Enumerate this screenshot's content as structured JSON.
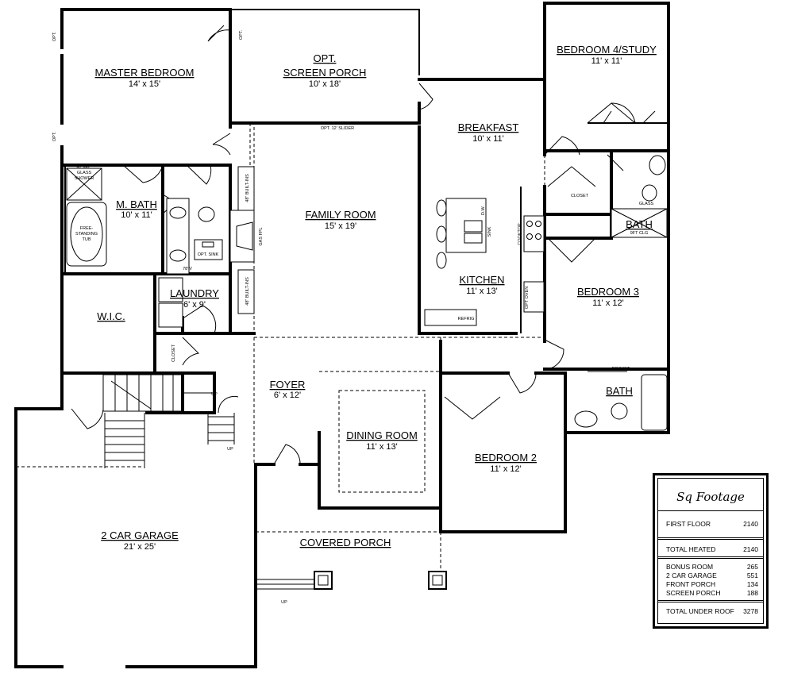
{
  "rooms": {
    "master": {
      "name": "MASTER BEDROOM",
      "size": "14' x 15'"
    },
    "screen_porch": {
      "name_l1": "OPT.",
      "name_l2": "SCREEN PORCH",
      "size": "10' x 18'"
    },
    "bedroom4": {
      "name": "BEDROOM 4/STUDY",
      "size": "11' x 11'"
    },
    "breakfast": {
      "name": "BREAKFAST",
      "size": "10' x 11'"
    },
    "mbath": {
      "name": "M. BATH",
      "size": "10' x 11'"
    },
    "family": {
      "name": "FAMILY ROOM",
      "size": "15' x 19'"
    },
    "kitchen": {
      "name": "KITCHEN",
      "size": "11' x 13'"
    },
    "bedroom3": {
      "name": "BEDROOM 3",
      "size": "11' x 12'"
    },
    "bath2": {
      "name": "BATH",
      "note": "9FT CLG"
    },
    "laundry": {
      "name": "LAUNDRY",
      "size": "6' x 9'"
    },
    "wic": {
      "name": "W.I.C."
    },
    "foyer": {
      "name": "FOYER",
      "size": "6' x 12'"
    },
    "dining": {
      "name": "DINING ROOM",
      "size": "11' x 13'"
    },
    "bedroom2": {
      "name": "BEDROOM 2",
      "size": "11' x 12'"
    },
    "bath3": {
      "name": "BATH"
    },
    "garage": {
      "name": "2 CAR GARAGE",
      "size": "21' x 25'"
    },
    "porch": {
      "name": "COVERED PORCH"
    }
  },
  "notes": {
    "opt": "OPT.",
    "slider": "OPT. 12' SLIDER",
    "shower": [
      "42\"x42\"",
      "GLASS",
      "SHOWER"
    ],
    "tub": [
      "FREE-",
      "STANDING",
      "TUB"
    ],
    "builtins": "48\" BUILT-INS",
    "gas_fpl": "GAS FPL",
    "opt_sink": "OPT. SINK",
    "height": "78\"V",
    "closet": "CLOSET",
    "glass": "GLASS",
    "dw": "D.W.",
    "sink": "SINK",
    "cooktop": "COOKTOP",
    "oven": "OPT OVEN",
    "refrig": "REFRIG",
    "pocket": "POCKET",
    "up": "UP"
  },
  "sq_footage": {
    "title": "Sq Footage",
    "first_floor_label": "FIRST FLOOR",
    "first_floor": "2140",
    "total_heated_label": "TOTAL HEATED",
    "total_heated": "2140",
    "bonus_label": "BONUS ROOM",
    "bonus": "265",
    "garage_label": "2 CAR GARAGE",
    "garage": "551",
    "front_porch_label": "FRONT PORCH",
    "front_porch": "134",
    "screen_porch_label": "SCREEN PORCH",
    "screen_porch": "188",
    "total_roof_label": "TOTAL UNDER ROOF",
    "total_roof": "3278"
  }
}
